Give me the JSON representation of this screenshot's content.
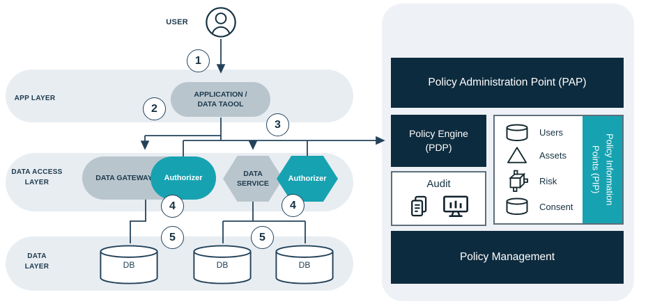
{
  "left": {
    "user_label": "USER",
    "layers": {
      "app": "APP LAYER",
      "access": "DATA ACCESS LAYER",
      "data": "DATA LAYER"
    },
    "app_node": "APPLICATION / DATA TAOOL",
    "gateway_label": "DATA GATEWAY",
    "gateway_authorizer": "Authorizer",
    "service_label": "DATA SERVICE",
    "service_authorizer": "Authorizer",
    "db_labels": [
      "DB",
      "DB",
      "DB"
    ],
    "badges": [
      "1",
      "2",
      "3",
      "4",
      "4",
      "5",
      "5"
    ]
  },
  "right": {
    "pap_label": "Policy Administration Point (PAP)",
    "pdp_label": "Policy Engine (PDP)",
    "audit_label": "Audit",
    "pip_band_label": "Policy Information Points (PIP)",
    "pip_items": [
      {
        "icon": "database-cylinder-icon",
        "label": "Users"
      },
      {
        "icon": "triangle-icon",
        "label": "Assets"
      },
      {
        "icon": "cube-3d-icon",
        "label": "Risk"
      },
      {
        "icon": "database-cylinder-icon",
        "label": "Consent"
      }
    ],
    "management_label": "Policy Management"
  },
  "colors": {
    "navy": "#0d2b3e",
    "teal": "#17a2b1",
    "node_gray": "#b9c5cd",
    "band": "#e8edf2",
    "panel": "#eef1f5",
    "line": "#23425a"
  }
}
